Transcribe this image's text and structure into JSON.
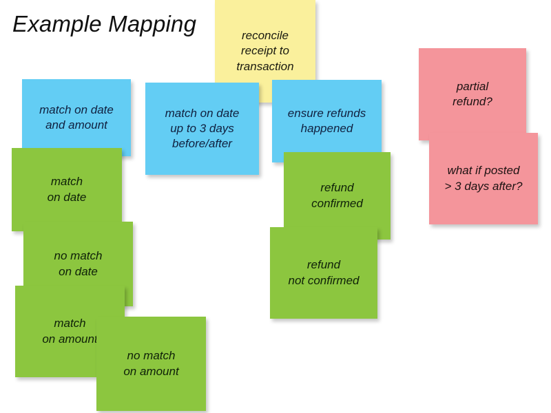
{
  "page": {
    "title": "Example Mapping",
    "background_color": "#ffffff"
  },
  "palette": {
    "blue": "#63cdf4",
    "green": "#8cc63f",
    "yellow": "#faf09c",
    "pink": "#f4959b",
    "text": "#101010"
  },
  "notes": {
    "story": {
      "label": "reconcile\nreceipt to\ntransaction",
      "color": "yellow"
    },
    "rules": [
      {
        "label": "match on date\nand amount",
        "color": "blue"
      },
      {
        "label": "match on date\nup to 3 days\nbefore/after",
        "color": "blue"
      },
      {
        "label": "ensure refunds\nhappened",
        "color": "blue"
      }
    ],
    "examples": [
      {
        "label": "match\non date",
        "color": "green"
      },
      {
        "label": "no match\non date",
        "color": "green"
      },
      {
        "label": "match\non amount",
        "color": "green"
      },
      {
        "label": "no match\non amount",
        "color": "green"
      },
      {
        "label": "refund\nconfirmed",
        "color": "green"
      },
      {
        "label": "refund\nnot confirmed",
        "color": "green"
      }
    ],
    "questions": [
      {
        "label": "partial\nrefund?",
        "color": "pink"
      },
      {
        "label": "what if posted\n> 3 days after?",
        "color": "pink"
      }
    ]
  }
}
